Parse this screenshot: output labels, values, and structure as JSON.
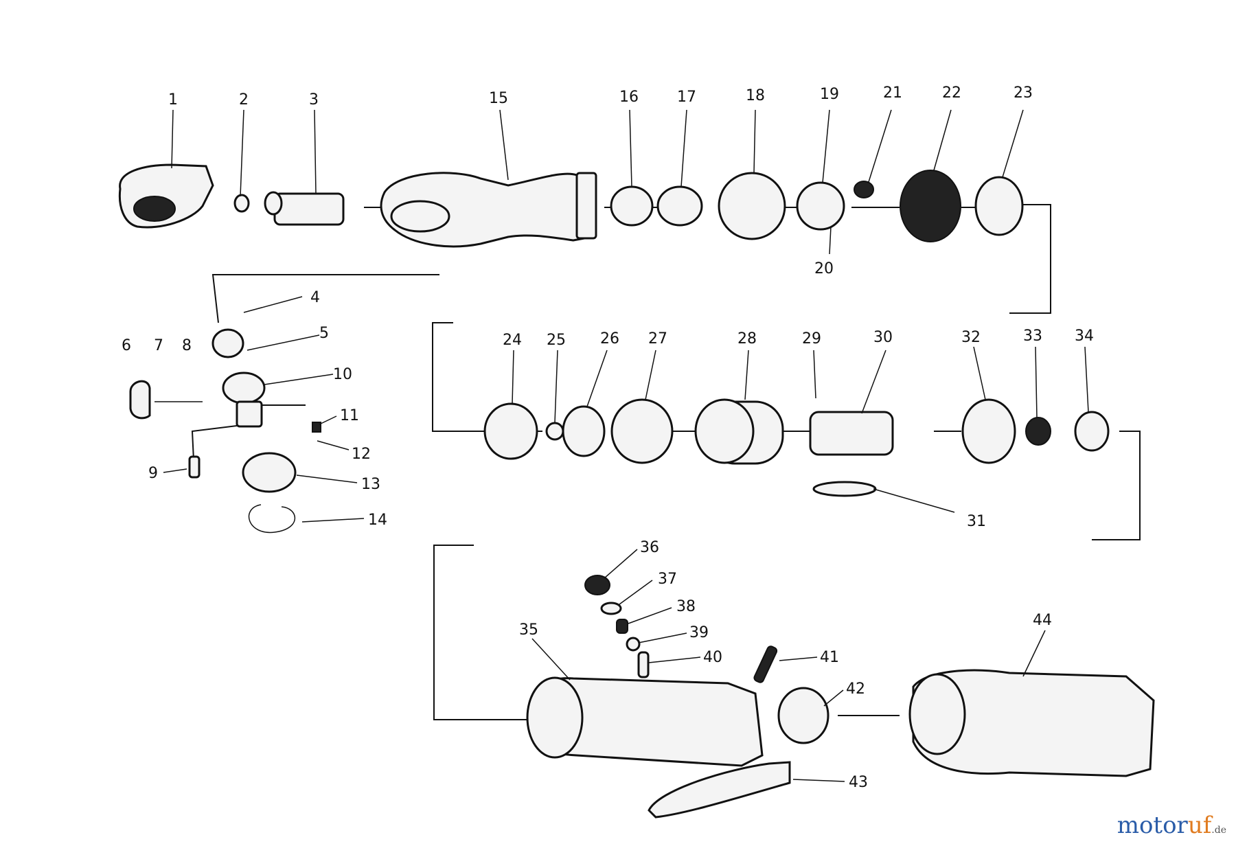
{
  "diagram": {
    "part_numbers": [
      "1",
      "2",
      "3",
      "4",
      "5",
      "6",
      "7",
      "8",
      "9",
      "10",
      "11",
      "12",
      "13",
      "14",
      "15",
      "16",
      "17",
      "18",
      "19",
      "20",
      "21",
      "22",
      "23",
      "24",
      "25",
      "26",
      "27",
      "28",
      "29",
      "30",
      "31",
      "32",
      "33",
      "34",
      "35",
      "36",
      "37",
      "38",
      "39",
      "40",
      "41",
      "42",
      "43",
      "44"
    ]
  },
  "watermark": {
    "main": "motor",
    "accent": "uf",
    "tld": ".de"
  },
  "colors": {
    "ink": "#111111",
    "background": "#ffffff",
    "watermark_blue": "#2a5ca8",
    "watermark_orange": "#e07b1f"
  }
}
